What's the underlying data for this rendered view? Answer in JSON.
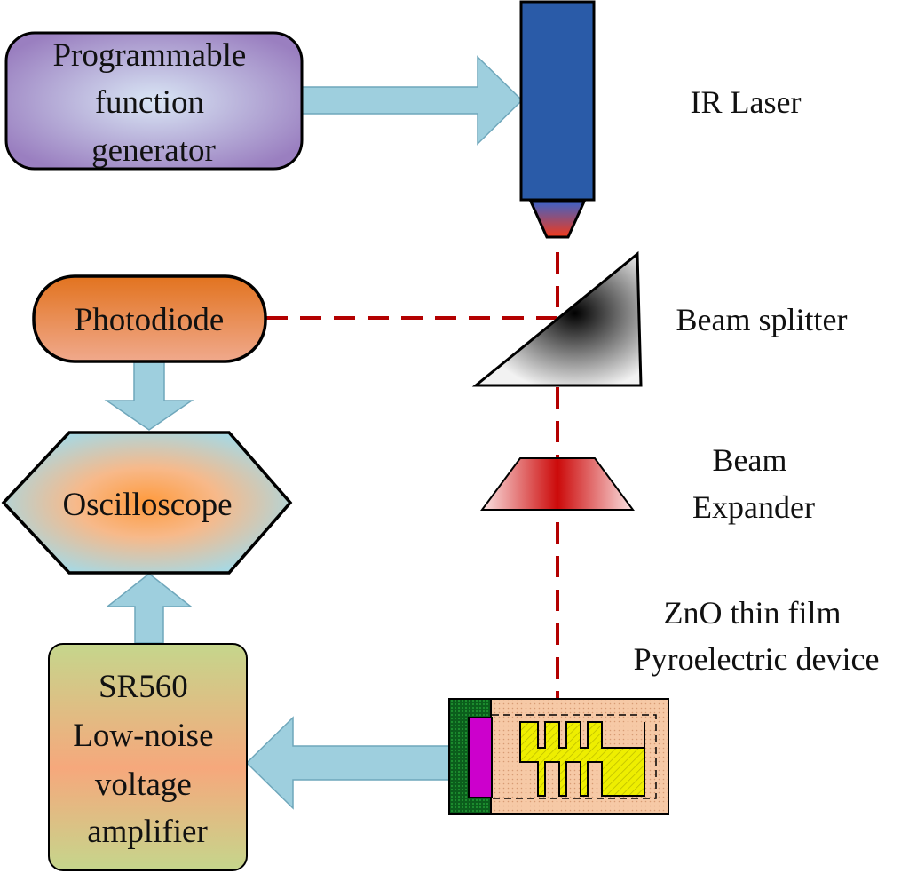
{
  "blocks": {
    "function_generator": [
      "Programmable",
      "function",
      "generator"
    ],
    "photodiode": "Photodiode",
    "oscilloscope": "Oscilloscope",
    "amplifier": [
      "SR560",
      "Low-noise",
      "voltage",
      "amplifier"
    ]
  },
  "labels": {
    "laser": "IR Laser",
    "beam_splitter": "Beam splitter",
    "beam_expander": [
      "Beam",
      "Expander"
    ],
    "device": [
      "ZnO thin film",
      "Pyroelectric device"
    ]
  },
  "colors": {
    "arrow_fill": "#9ecfde",
    "beam": "#b30000",
    "laser_body": "#2a5ba8",
    "photodiode": "#e07b39",
    "device_substrate": "#f5c8a8",
    "electrode": "#e8e800",
    "contact": "#cc00cc",
    "ground_strip": "#0a5a1a"
  }
}
